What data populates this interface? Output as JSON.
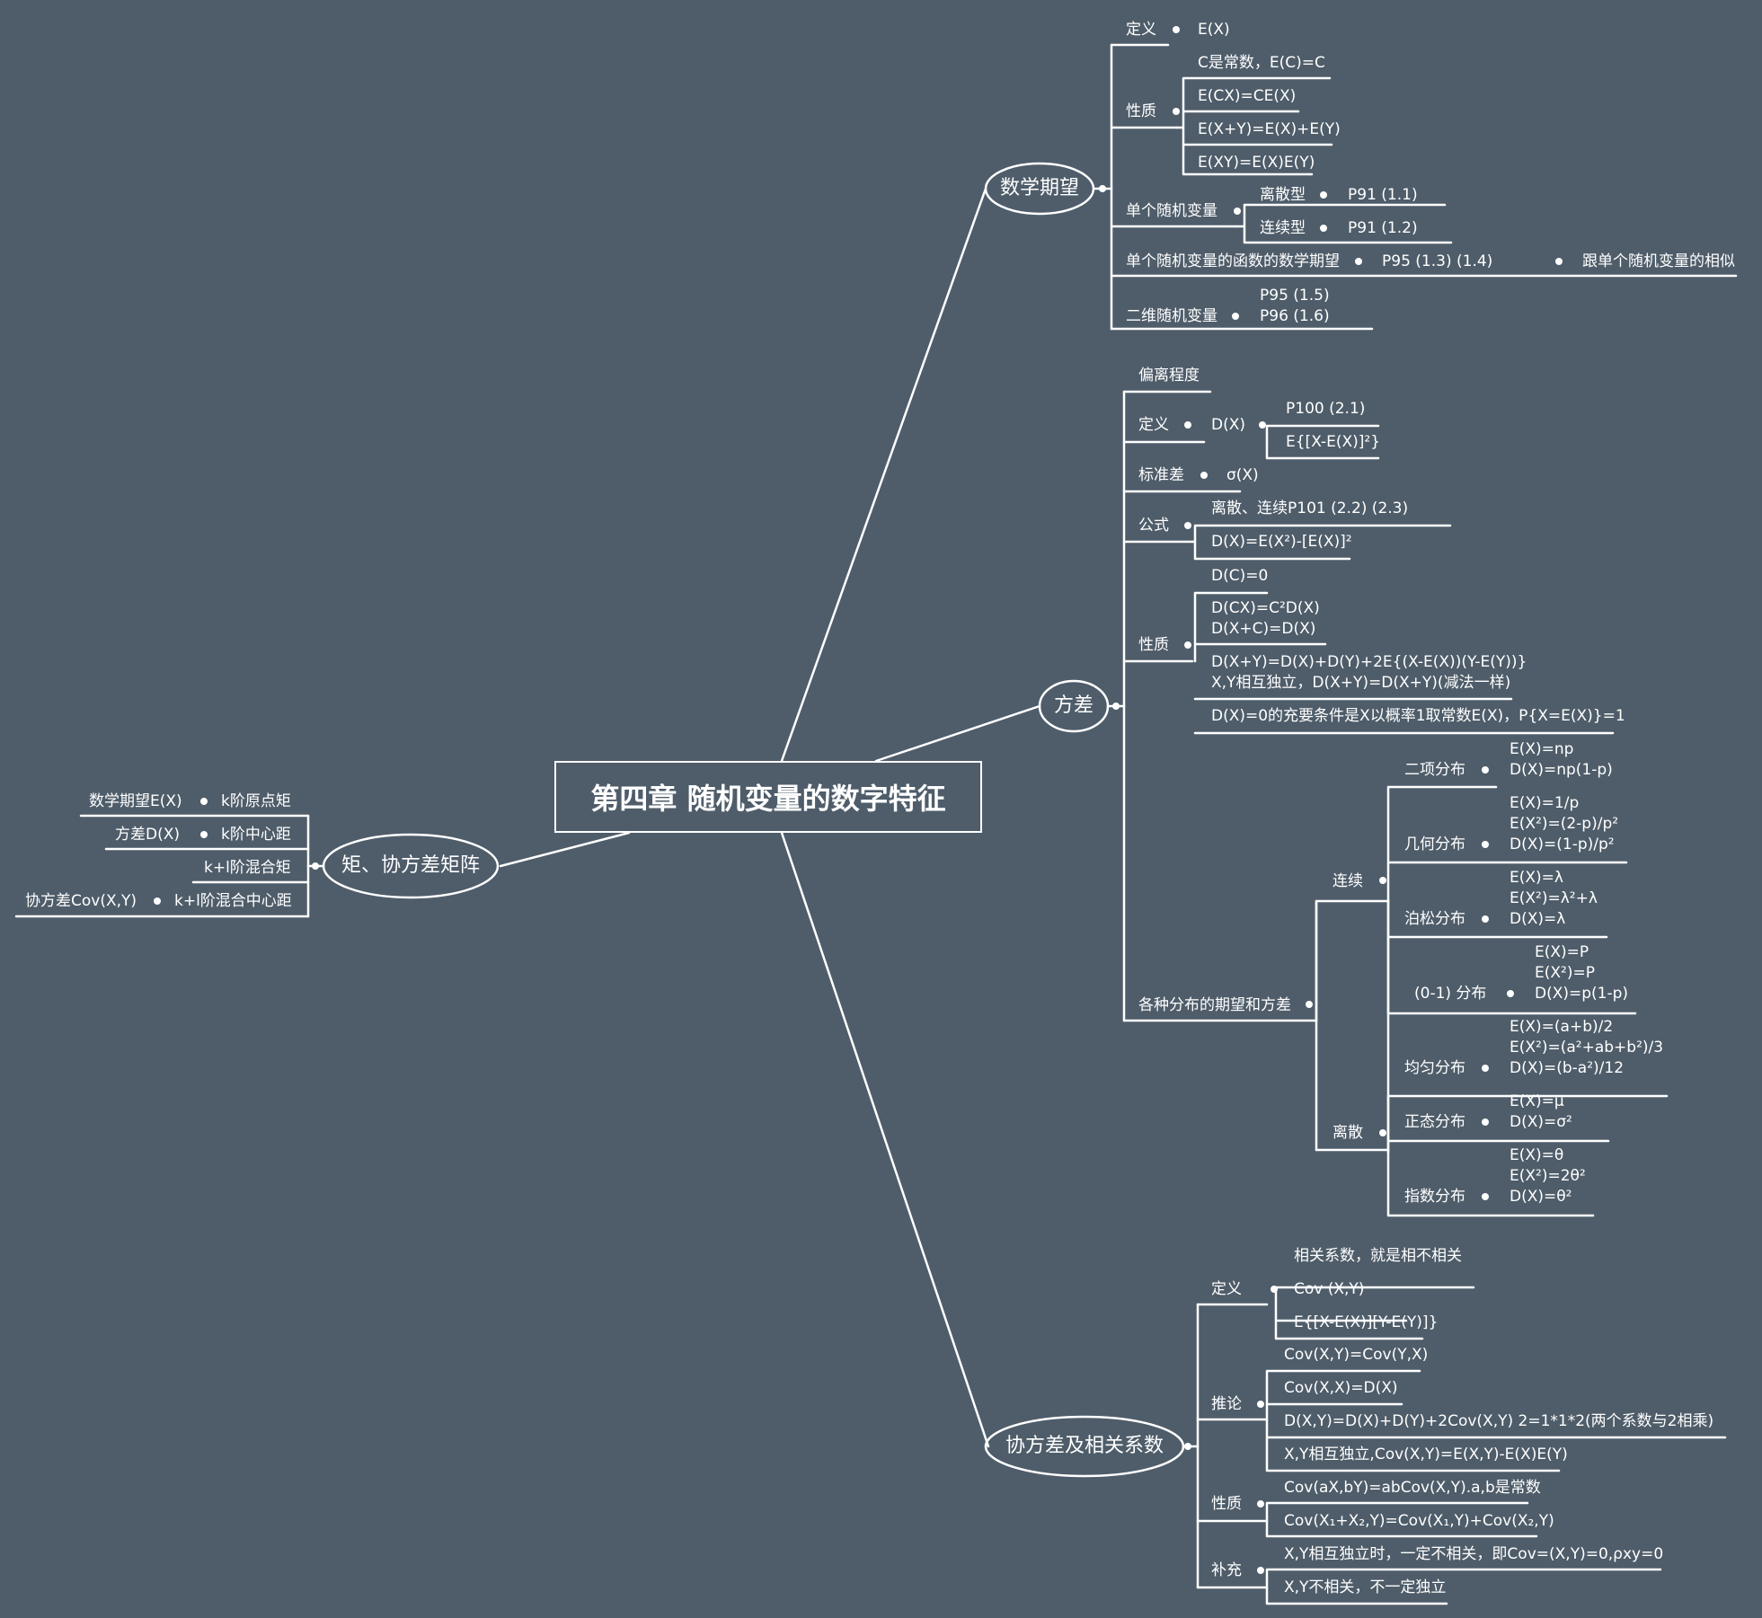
{
  "root": "第四章 随机变量的数字特征",
  "branches": {
    "expectation": "数学期望",
    "variance": "方差",
    "covariance": "协方差及相关系数",
    "moments": "矩、协方差矩阵"
  },
  "expectation": {
    "definition": {
      "label": "定义",
      "value": "E(X)"
    },
    "properties": {
      "label": "性质",
      "items": [
        "C是常数，E(C)=C",
        "E(CX)=CE(X)",
        "E(X+Y)=E(X)+E(Y)",
        "E(XY)=E(X)E(Y)"
      ]
    },
    "single_rv": {
      "label": "单个随机变量",
      "items": [
        {
          "label": "离散型",
          "ref": "P91    (1.1)"
        },
        {
          "label": "连续型",
          "ref": "P91     (1.2)"
        }
      ]
    },
    "function": {
      "label": "单个随机变量的函数的数学期望",
      "ref": "P95     (1.3)       (1.4)",
      "note": "跟单个随机变量的相似"
    },
    "two_dim": {
      "label": "二维随机变量",
      "lines": [
        "P95     (1.5)",
        "P96      (1.6)"
      ]
    }
  },
  "variance": {
    "deviation": "偏离程度",
    "definition": {
      "label": "定义",
      "value": "D(X)",
      "items": [
        "P100 (2.1)",
        "E{[X-E(X)]²}"
      ]
    },
    "std": {
      "label": "标准差",
      "value": "σ(X)"
    },
    "formula": {
      "label": "公式",
      "items": [
        "离散、连续P101   (2.2)      (2.3)",
        "D(X)=E(X²)-[E(X)]²"
      ]
    },
    "properties": {
      "label": "性质",
      "items": [
        "D(C)=0",
        "D(CX)=C²D(X)",
        "D(X+C)=D(X)",
        "D(X+Y)=D(X)+D(Y)+2E{(X-E(X))(Y-E(Y))}",
        "X,Y相互独立，D(X+Y)=D(X+Y)(减法一样)",
        "D(X)=0的充要条件是X以概率1取常数E(X)，P{X=E(X)}=1"
      ]
    },
    "distributions": {
      "label": "各种分布的期望和方差",
      "continuous": {
        "label": "连续",
        "items": [
          {
            "name": "二项分布",
            "lines": [
              "E(X)=np",
              "D(X)=np(1-p)"
            ]
          },
          {
            "name": "几何分布",
            "lines": [
              "E(X)=1/p",
              "E(X²)=(2-p)/p²",
              "D(X)=(1-p)/p²"
            ]
          },
          {
            "name": "泊松分布",
            "lines": [
              "E(X)=λ",
              "E(X²)=λ²+λ",
              "D(X)=λ"
            ]
          },
          {
            "name": "(0-1)  分布",
            "lines": [
              "E(X)=P",
              "E(X²)=P",
              "D(X)=p(1-p)"
            ]
          }
        ]
      },
      "discrete": {
        "label": "离散",
        "items": [
          {
            "name": "均匀分布",
            "lines": [
              "E(X)=(a+b)/2",
              "E(X²)=(a²+ab+b²)/3",
              "D(X)=(b-a²)/12"
            ]
          },
          {
            "name": "正态分布",
            "lines": [
              "E(X)=μ",
              "D(X)=σ²"
            ]
          },
          {
            "name": "指数分布",
            "lines": [
              "E(X)=θ",
              "E(X²)=2θ²",
              "D(X)=θ²"
            ]
          }
        ]
      }
    }
  },
  "covariance": {
    "definition": {
      "label": "定义",
      "items": [
        "相关系数，就是相不相关",
        "Cov  (X,Y)",
        "E{[X-E(X)][Y-E(Y)]}"
      ]
    },
    "corollary": {
      "label": "推论",
      "items": [
        "Cov(X,Y)=Cov(Y,X)",
        "Cov(X,X)=D(X)",
        "D(X,Y)=D(X)+D(Y)+2Cov(X,Y)       2=1*1*2(两个系数与2相乘)",
        "X,Y相互独立,Cov(X,Y)=E(X,Y)-E(X)E(Y)"
      ]
    },
    "properties": {
      "label": "性质",
      "items": [
        "Cov(aX,bY)=abCov(X,Y).a,b是常数",
        "Cov(X₁+X₂,Y)=Cov(X₁,Y)+Cov(X₂,Y)"
      ]
    },
    "supplement": {
      "label": "补充",
      "items": [
        "X,Y相互独立时，一定不相关，即Cov=(X,Y)=0,ρxy=0",
        "X,Y不相关，不一定独立"
      ]
    }
  },
  "moments": {
    "items": [
      {
        "left": "数学期望E(X)",
        "right": "k阶原点矩"
      },
      {
        "left": "方差D(X)",
        "right": "k阶中心距"
      },
      {
        "left": "",
        "right": "k+l阶混合矩"
      },
      {
        "left": "协方差Cov(X,Y)",
        "right": "k+l阶混合中心距"
      }
    ]
  }
}
